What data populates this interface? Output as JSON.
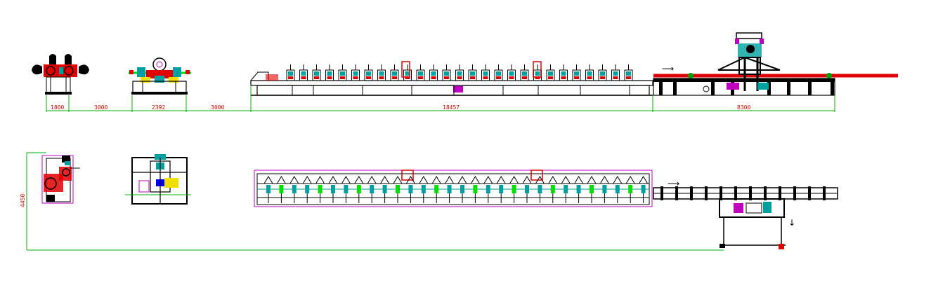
{
  "drawing": {
    "top_dimensions": [
      "1800",
      "3000",
      "2392",
      "3000",
      "18457",
      "8300"
    ],
    "side_dimension": "4450",
    "colors": {
      "dimension": "#00b000",
      "dimension_text": "#e00000",
      "frame": "#000000",
      "roller": "#00a0a0",
      "accent_red": "#e00000",
      "accent_magenta": "#c000c0",
      "accent_yellow": "#f0e000",
      "accent_green": "#00e000",
      "accent_blue": "#0000ff"
    },
    "icons": [
      "arrow-right-icon",
      "arrow-down-icon"
    ]
  }
}
